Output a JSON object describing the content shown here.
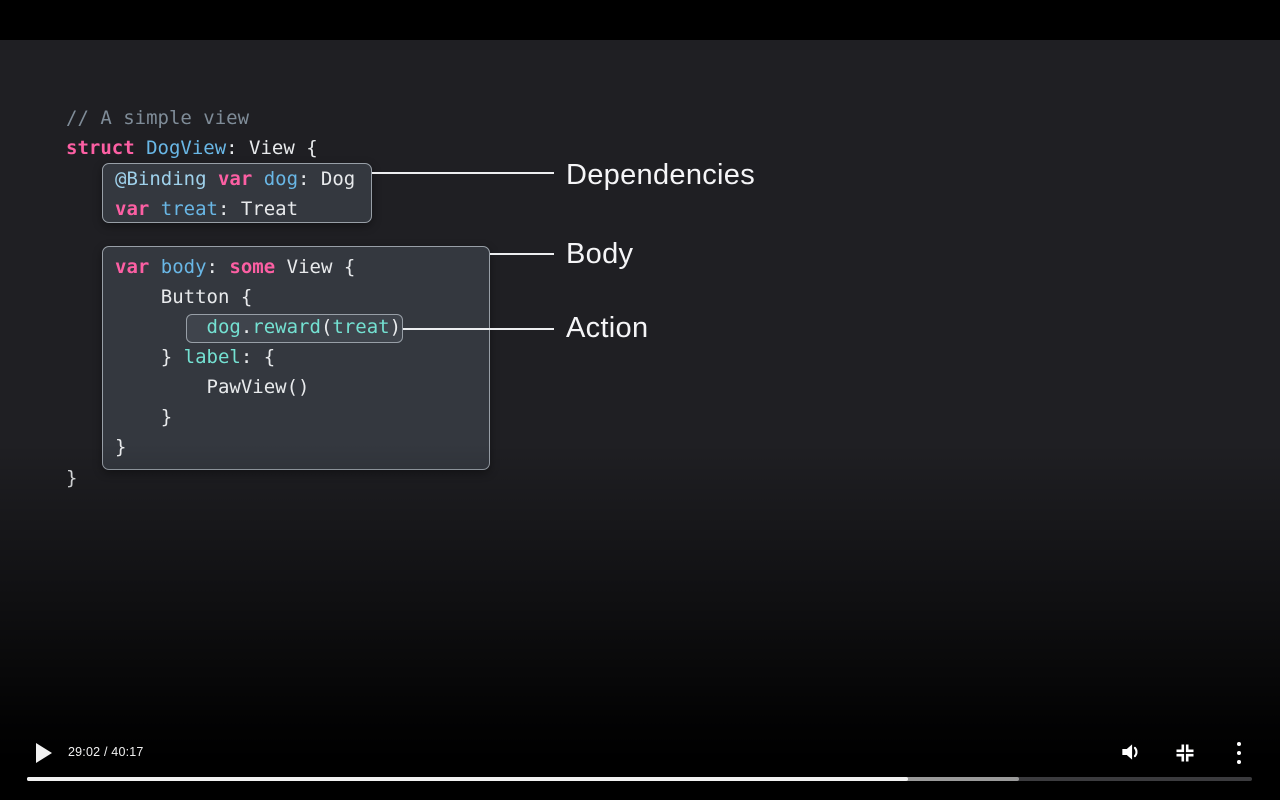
{
  "slide": {
    "comment": "// A simple view",
    "struct_line": [
      [
        {
          "c": "kw",
          "t": "struct "
        },
        {
          "c": "blue",
          "t": "DogView"
        },
        {
          "c": "plain",
          "t": ": View {"
        }
      ]
    ],
    "deps_box": {
      "lines": [
        [
          {
            "c": "attr",
            "t": "@Binding "
          },
          {
            "c": "kw",
            "t": "var "
          },
          {
            "c": "blue",
            "t": "dog"
          },
          {
            "c": "plain",
            "t": ": Dog"
          }
        ],
        [
          {
            "c": "kw",
            "t": "var "
          },
          {
            "c": "blue",
            "t": "treat"
          },
          {
            "c": "plain",
            "t": ": Treat"
          }
        ]
      ]
    },
    "body_box": {
      "lines": [
        [
          {
            "c": "kw",
            "t": "var "
          },
          {
            "c": "blue",
            "t": "body"
          },
          {
            "c": "plain",
            "t": ": "
          },
          {
            "c": "kw",
            "t": "some"
          },
          {
            "c": "plain",
            "t": " View {"
          }
        ],
        [
          {
            "c": "plain",
            "t": "    Button {"
          }
        ],
        [
          {
            "c": "plain",
            "t": "        "
          },
          {
            "c": "teal",
            "t": "dog"
          },
          {
            "c": "plain",
            "t": "."
          },
          {
            "c": "teal",
            "t": "reward"
          },
          {
            "c": "plain",
            "t": "("
          },
          {
            "c": "teal",
            "t": "treat"
          },
          {
            "c": "plain",
            "t": ")"
          }
        ],
        [
          {
            "c": "plain",
            "t": "    } "
          },
          {
            "c": "teal",
            "t": "label"
          },
          {
            "c": "plain",
            "t": ": {"
          }
        ],
        [
          {
            "c": "plain",
            "t": "        PawView()"
          }
        ],
        [
          {
            "c": "plain",
            "t": "    }"
          }
        ],
        [
          {
            "c": "plain",
            "t": "}"
          }
        ]
      ]
    },
    "closing_brace": "}",
    "annotations": [
      {
        "label": "Dependencies"
      },
      {
        "label": "Body"
      },
      {
        "label": "Action"
      }
    ],
    "colors": {
      "slide-bg": "#1f1f23",
      "kw": "#fc5fa3",
      "blue": "#69b7e6",
      "attr": "#9fd1eb",
      "teal": "#74e1d2",
      "plain": "#e8eaec",
      "comment": "#7f8c98",
      "box-bg": "#34383f",
      "inner-box-bg": "#3f444c",
      "box-border": "#989fa7"
    }
  },
  "player": {
    "time_display": "29:02 / 40:17",
    "progress": {
      "played_fraction": 0.719,
      "buffered_fraction": 0.81
    },
    "icons": {
      "play": "play-triangle",
      "volume": "speaker-with-wave",
      "fullscreen": "fullscreen-corners",
      "menu": "vertical-ellipsis"
    }
  }
}
